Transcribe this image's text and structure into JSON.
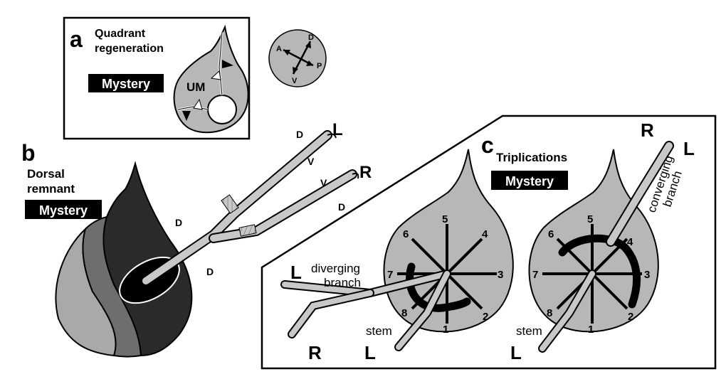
{
  "panel_a": {
    "letter": "a",
    "title_line1": "Quadrant",
    "title_line2": "regeneration",
    "badge": "Mystery",
    "region_label": "UM"
  },
  "compass": {
    "d": "D",
    "a": "A",
    "p": "P",
    "v": "V"
  },
  "panel_b": {
    "letter": "b",
    "title_line1": "Dorsal",
    "title_line2": "remnant",
    "badge": "Mystery",
    "d1": "D",
    "d2": "D",
    "d3": "D",
    "v1": "V",
    "v2": "V",
    "left_leg": "L",
    "right_leg": "R"
  },
  "panel_c": {
    "letter": "c",
    "title": "Triplications",
    "badge": "Mystery",
    "left_disc": {
      "numbers": [
        "1",
        "2",
        "3",
        "4",
        "5",
        "6",
        "7",
        "8"
      ],
      "branch_label_line1": "diverging",
      "branch_label_line2": "branch",
      "stem_label": "stem",
      "leg_l_top": "L",
      "leg_r": "R",
      "leg_l_bottom": "L"
    },
    "right_disc": {
      "numbers": [
        "1",
        "2",
        "3",
        "4",
        "5",
        "6",
        "7",
        "8"
      ],
      "branch_label_line1": "converging",
      "branch_label_line2": "branch",
      "stem_label": "stem",
      "leg_r": "R",
      "leg_l_top": "L",
      "leg_l_bottom": "L"
    }
  },
  "colors": {
    "disc_gray": "#b7b7b7",
    "dark": "#2a2a2a",
    "mid": "#6e6e6e",
    "light": "#a9a9a9",
    "badge_bg": "#000000"
  }
}
